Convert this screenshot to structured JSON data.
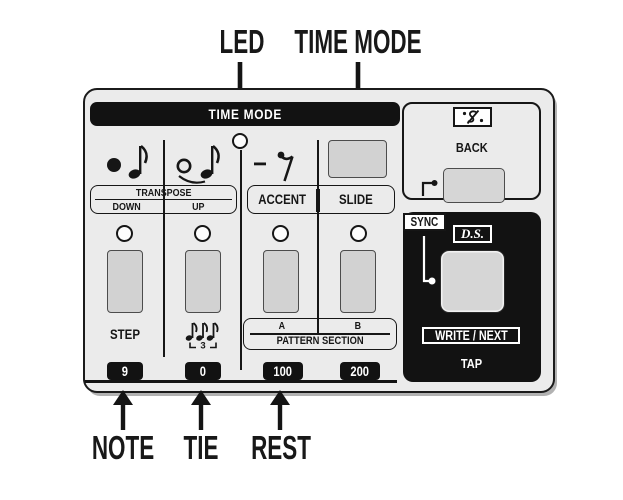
{
  "annotations": {
    "led": "LED",
    "time_mode": "TIME MODE",
    "note": "NOTE",
    "tie": "TIE",
    "rest": "REST"
  },
  "panel": {
    "header": "TIME MODE",
    "transpose": {
      "title": "TRANSPOSE",
      "down": "DOWN",
      "up": "UP"
    },
    "accent_label": "ACCENT",
    "slide_label": "SLIDE",
    "step_label": "STEP",
    "triplet_number": "3",
    "pattern": {
      "a": "A",
      "b": "B",
      "title": "PATTERN SECTION"
    },
    "values": [
      "9",
      "0",
      "100",
      "200"
    ],
    "right": {
      "back": "BACK",
      "sync": "SYNC",
      "ds": "D.S.",
      "write_next": "WRITE / NEXT",
      "tap": "TAP"
    }
  },
  "colors": {
    "ink": "#161616",
    "panel_bg": "#ebebeb",
    "button_fill": "#d2d2d2",
    "white": "#ffffff"
  }
}
